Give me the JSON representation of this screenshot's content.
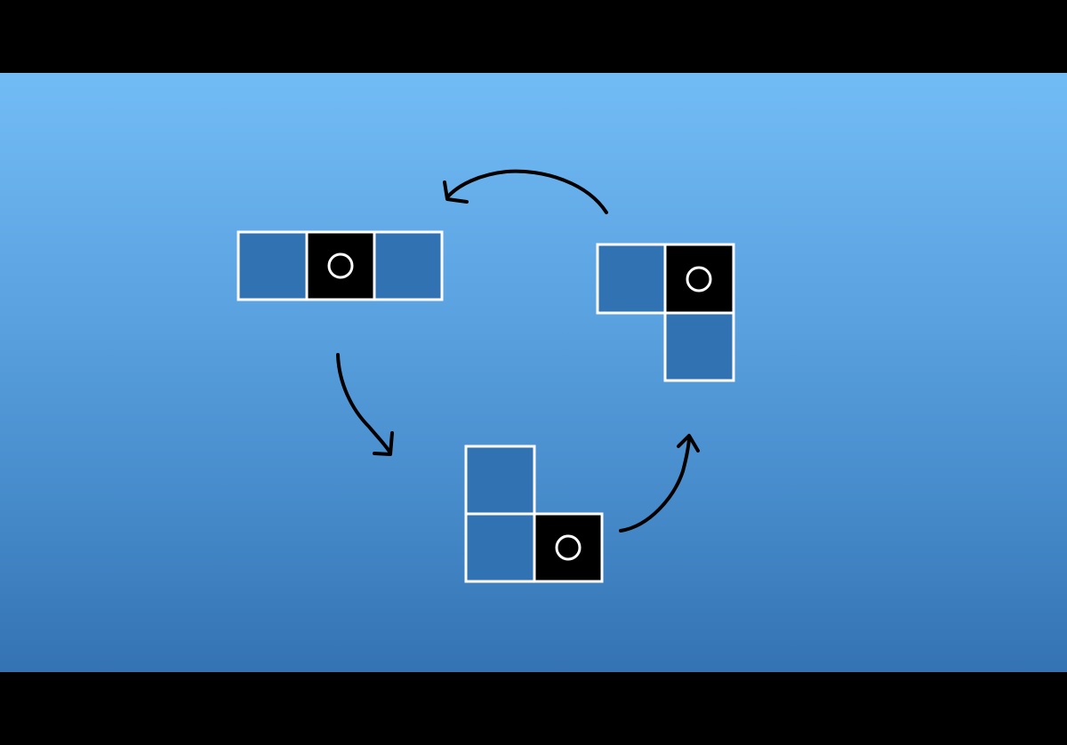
{
  "colors": {
    "background_top": "#72bcf6",
    "background_bottom": "#3472b3",
    "cell_fill": "#3172b3",
    "pivot_fill": "#000000",
    "cell_border": "#ffffff",
    "arrow": "#000000",
    "letterbox": "#000000"
  },
  "diagram": {
    "description_type": "rotation-cycle",
    "pieces": [
      {
        "name": "piece-horizontal-i",
        "cells": [
          "block",
          "pivot",
          "block"
        ]
      },
      {
        "name": "piece-l-right",
        "cells": [
          "block",
          "pivot",
          "block"
        ]
      },
      {
        "name": "piece-l-bottom",
        "cells": [
          "block",
          "block",
          "pivot"
        ]
      }
    ],
    "arrows": [
      {
        "name": "arrow-top-right-to-left",
        "icon": "curved-arrow-left-icon"
      },
      {
        "name": "arrow-left-to-bottom",
        "icon": "curved-arrow-down-icon"
      },
      {
        "name": "arrow-bottom-to-right",
        "icon": "curved-arrow-up-icon"
      }
    ]
  }
}
